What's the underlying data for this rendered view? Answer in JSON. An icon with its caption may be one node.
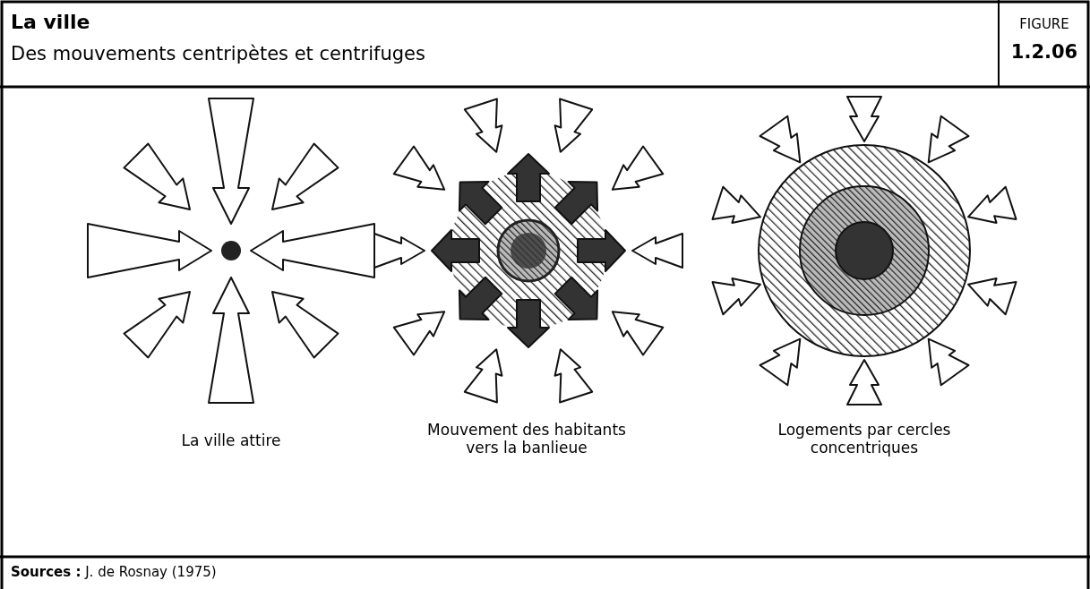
{
  "diagram": {
    "title": "La ville",
    "caption": "**Sources :** J. de Rosnay (1975)",
    "labels": [
      "Des mouvements centripètes et centrifuges",
      "FIGURE",
      "1.2.06",
      "La ville attire",
      "Mouvement des habitants vers la banlieue",
      "Logements par cercles concentriques"
    ]
  }
}
